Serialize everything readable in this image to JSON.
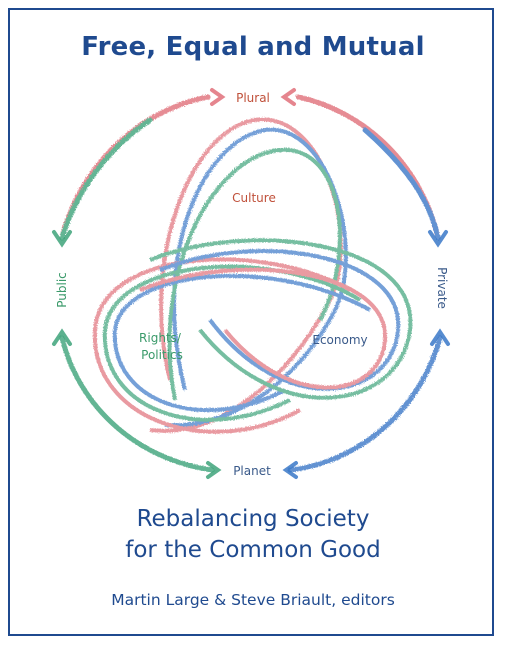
{
  "cover": {
    "title": "Free, Equal and Mutual",
    "subtitle_line1": "Rebalancing Society",
    "subtitle_line2": "for the Common Good",
    "editors": "Martin Large & Steve Briault, editors"
  },
  "diagram": {
    "labels": {
      "plural": "Plural",
      "culture": "Culture",
      "public": "Public",
      "private": "Private",
      "rights_line1": "Rights/",
      "rights_line2": "Politics",
      "economy": "Economy",
      "planet": "Planet"
    },
    "colors": {
      "red": "#e0707a",
      "green": "#3ea37a",
      "blue": "#3a78c8",
      "title_blue": "#1f4a8f",
      "culture_text": "#c0503a",
      "rights_text": "#3a9a6a",
      "economy_text": "#3a5a8a"
    }
  }
}
